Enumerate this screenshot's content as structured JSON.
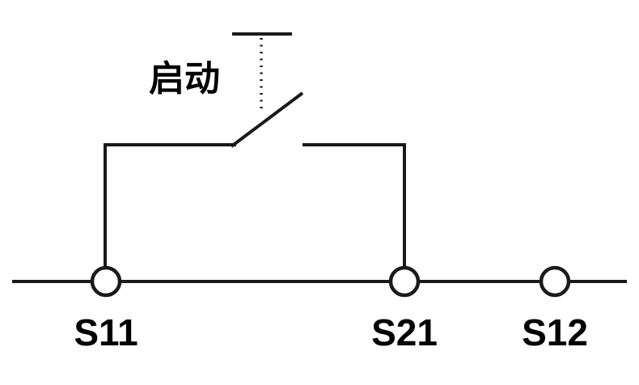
{
  "diagram": {
    "type": "electrical-schematic",
    "description": "Normally-open start push-button contact wired between terminals S11 and S21 on a terminal row that also includes S12",
    "colors": {
      "line": "#1a1a1a",
      "background": "#ffffff"
    },
    "labels": {
      "start_button": "启动",
      "terminal_s11": "S11",
      "terminal_s21": "S21",
      "terminal_s12": "S12"
    },
    "components": {
      "push_button": {
        "label": "启动",
        "contact_type": "normally-open",
        "connected_between": [
          "S11",
          "S21"
        ]
      },
      "terminals": [
        "S11",
        "S21",
        "S12"
      ]
    }
  }
}
